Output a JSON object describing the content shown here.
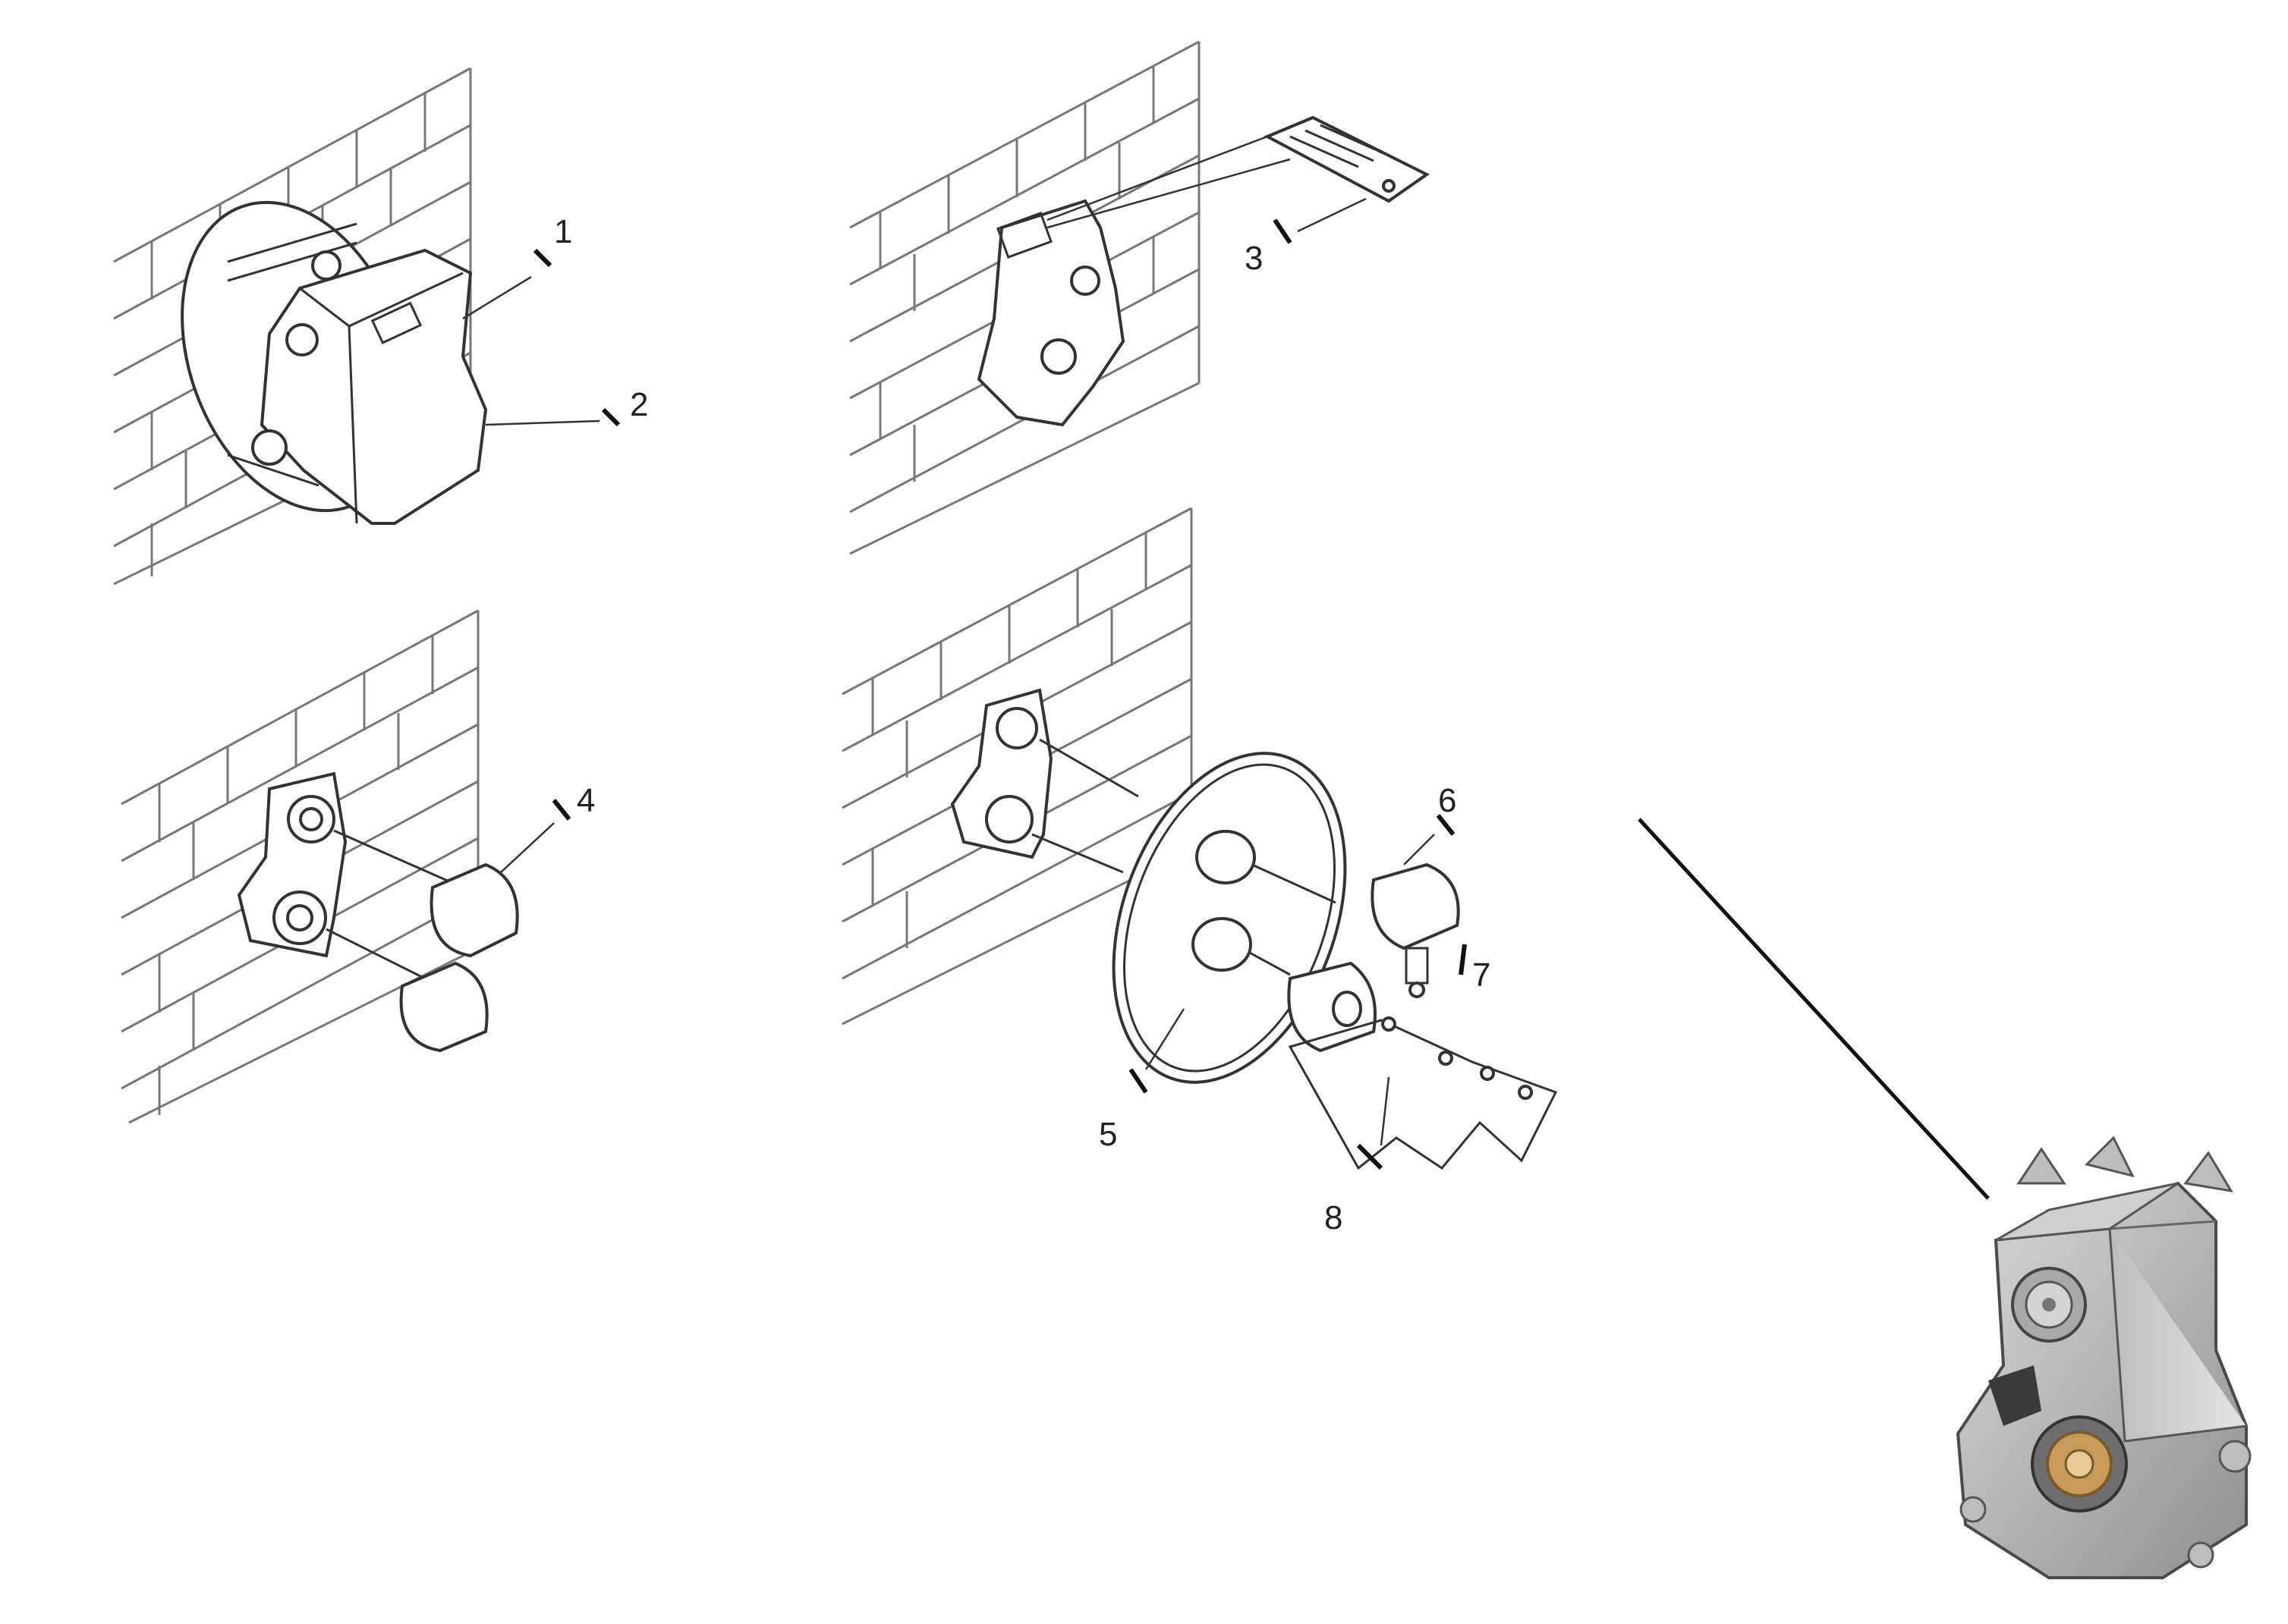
{
  "diagram": {
    "callouts": [
      {
        "id": "1",
        "label": "1"
      },
      {
        "id": "2",
        "label": "2"
      },
      {
        "id": "3",
        "label": "3"
      },
      {
        "id": "4",
        "label": "4"
      },
      {
        "id": "5",
        "label": "5"
      },
      {
        "id": "6",
        "label": "6"
      },
      {
        "id": "7",
        "label": "7"
      },
      {
        "id": "8",
        "label": "8"
      }
    ],
    "steps": [
      "step-1-install-box",
      "step-2-plaster-guard",
      "step-3-valve-bodies",
      "step-4-trim-assembly"
    ],
    "inset": "product-photo-mixer-box"
  }
}
